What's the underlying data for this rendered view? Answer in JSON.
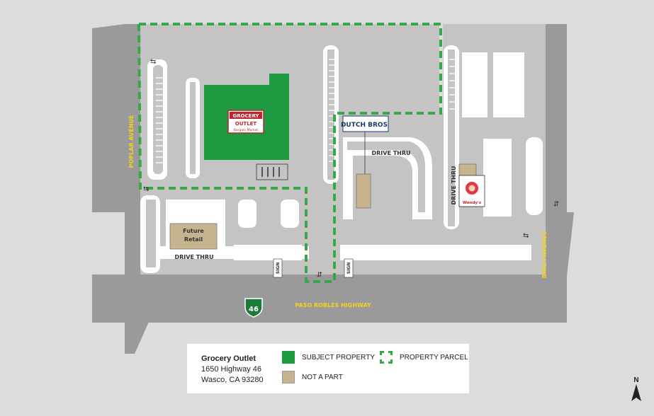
{
  "map": {
    "colors": {
      "background": "#d9d9d9",
      "road": "#9a9a9a",
      "parking_lot": "#c4c4c4",
      "curb": "#ffffff",
      "subject_property": "#1d9a3f",
      "not_a_part": "#c6b48f",
      "parcel_outline": "#3aa64a",
      "road_label": "#f2d21e"
    },
    "roads": {
      "west": "POPLAR AVENUE",
      "south": "PASO ROBLES HIGHWAY",
      "east": "BIRCH AVENUE",
      "highway_number": "46"
    },
    "lot_labels": {
      "drive_thru_west": "DRIVE THRU",
      "drive_thru_center": "DRIVE THRU",
      "drive_thru_east": "DRIVE THRU",
      "sign_1": "SIGN",
      "sign_2": "SIGN"
    },
    "buildings": {
      "grocery_logo_line1": "GROCERY",
      "grocery_logo_line2": "OUTLET",
      "grocery_logo_line3": "Bargain Market",
      "future_retail": "Future Retail",
      "dutch_bros": "DUTCH BROS",
      "wendys": "Wendy's"
    },
    "icons": [
      "north-arrow-icon",
      "highway-shield-icon",
      "two-way-arrow-icon"
    ]
  },
  "legend": {
    "tenant": "Grocery Outlet",
    "address_line1": "1650 Highway 46",
    "address_line2": "Wasco, CA 93280",
    "subject_property": "SUBJECT PROPERTY",
    "property_parcel": "PROPERTY PARCEL",
    "not_a_part": "NOT A PART"
  },
  "compass": {
    "label": "N"
  }
}
